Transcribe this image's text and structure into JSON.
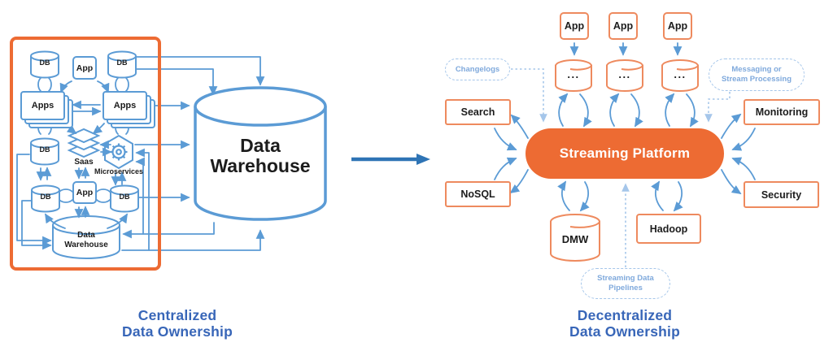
{
  "titles": {
    "left": "Centralized\nData Ownership",
    "right": "Decentralized\nData Ownership"
  },
  "left_panel": {
    "db": "DB",
    "app": "App",
    "apps": "Apps",
    "saas": "Saas",
    "microservices": "Microservices",
    "warehouse": "Data\nWarehouse"
  },
  "center": {
    "warehouse": "Data\nWarehouse"
  },
  "right_panel": {
    "app": "App",
    "dots": "...",
    "changelogs": "Changelogs",
    "messaging": "Messaging or\nStream Processing",
    "search": "Search",
    "nosql": "NoSQL",
    "monitoring": "Monitoring",
    "security": "Security",
    "platform": "Streaming Platform",
    "dmw": "DMW",
    "hadoop": "Hadoop",
    "pipelines": "Streaming Data\nPipelines"
  },
  "colors": {
    "orange": "#ED6B33",
    "orange_light": "#EE8A5E",
    "blue": "#5B9BD5",
    "blue_dark": "#2E74B5",
    "blue_dash": "#A5C6EA",
    "blue_dash_text": "#7FA9DC",
    "title_blue": "#3866B8",
    "text": "#1C1C1C"
  }
}
